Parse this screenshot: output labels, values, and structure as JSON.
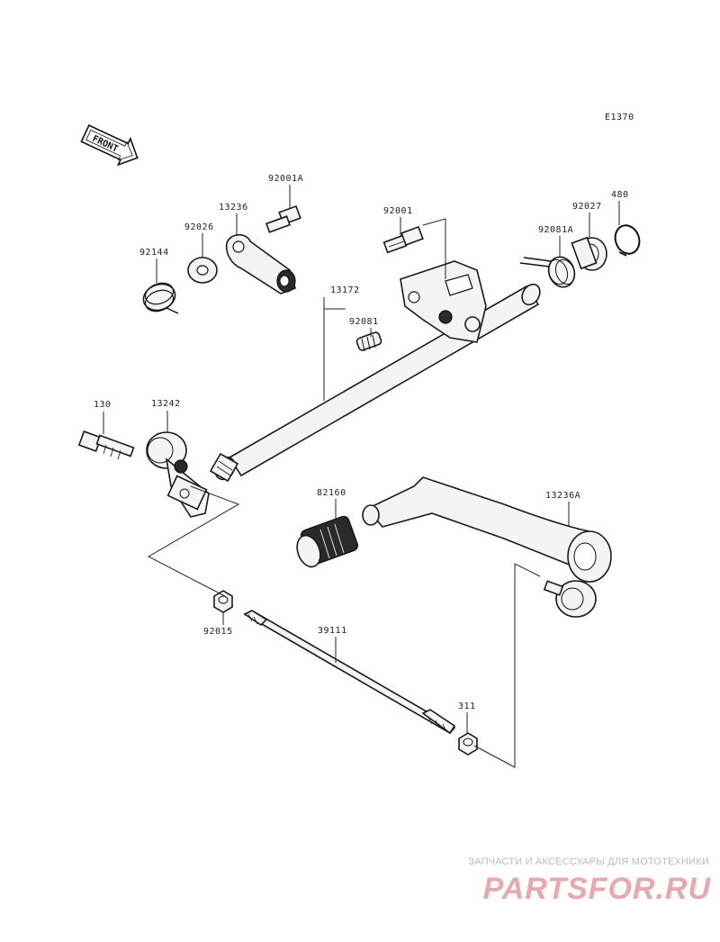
{
  "diagram_code": "E1370",
  "front_label": "FRONT",
  "parts": {
    "p130": "130",
    "p13242": "13242",
    "p92144": "92144",
    "p92026": "92026",
    "p13236": "13236",
    "p92001A": "92001A",
    "p13172": "13172",
    "p92081": "92081",
    "p92001": "92001",
    "p92081A": "92081A",
    "p92027": "92027",
    "p480": "480",
    "p82160": "82160",
    "p13236A": "13236A",
    "p92015": "92015",
    "p39111": "39111",
    "p311": "311"
  },
  "watermark": {
    "tagline": "ЗАПЧАСТИ И АКСЕССУАРЫ ДЛЯ МОТОТЕХНИКИ",
    "logo": "PARTSFOR.RU"
  },
  "colors": {
    "line": "#1a1a1a",
    "watermark_logo": "#e8a9ad",
    "watermark_text": "#c4b9b9"
  }
}
